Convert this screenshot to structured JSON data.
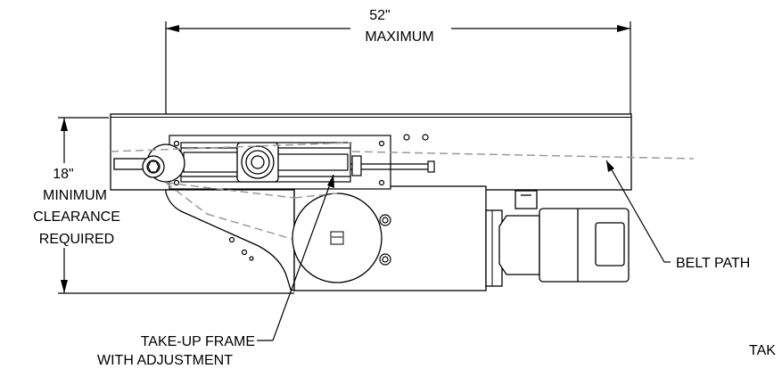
{
  "dimensions": {
    "width": {
      "value": "52\"",
      "label": "MAXIMUM"
    },
    "height": {
      "value": "18\"",
      "line1": "MINIMUM",
      "line2": "CLEARANCE",
      "line3": "REQUIRED"
    }
  },
  "callouts": {
    "belt_path": "BELT PATH",
    "take_up_line1": "TAKE-UP FRAME",
    "take_up_line2": "WITH ADJUSTMENT",
    "truncated": "TAK"
  }
}
